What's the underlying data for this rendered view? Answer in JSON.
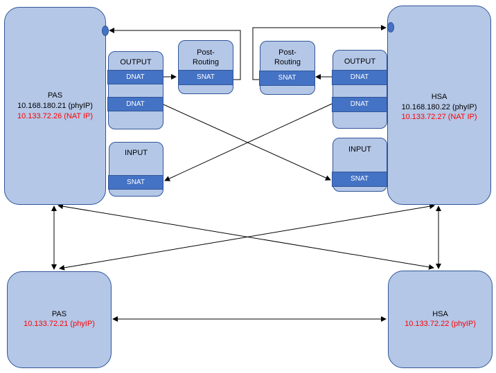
{
  "pas_top": {
    "name": "PAS",
    "phy_ip": "10.168.180.21 (phyIP)",
    "nat_ip": "10.133.72.26 (NAT IP)"
  },
  "hsa_top": {
    "name": "HSA",
    "phy_ip": "10.168.180.22 (phyIP)",
    "nat_ip": "10.133.72.27 (NAT IP)"
  },
  "pas_bottom": {
    "name": "PAS",
    "phy_ip": "10.133.72.21 (phyIP)"
  },
  "hsa_bottom": {
    "name": "HSA",
    "phy_ip": "10.133.72.22 (phyIP)"
  },
  "left_output": {
    "title": "OUTPUT",
    "rule1": "DNAT",
    "rule2": "DNAT"
  },
  "left_input": {
    "title": "INPUT",
    "rule": "SNAT"
  },
  "left_postrouting": {
    "title_line1": "Post-",
    "title_line2": "Routing",
    "rule": "SNAT"
  },
  "right_postrouting": {
    "title_line1": "Post-",
    "title_line2": "Routing",
    "rule": "SNAT"
  },
  "right_output": {
    "title": "OUTPUT",
    "rule1": "DNAT",
    "rule2": "DNAT"
  },
  "right_input": {
    "title": "INPUT",
    "rule": "SNAT"
  },
  "colors": {
    "box_fill": "#b4c7e7",
    "rule_fill": "#4472c4",
    "outline": "#2f5597",
    "nat_ip_text": "#ff0000"
  }
}
